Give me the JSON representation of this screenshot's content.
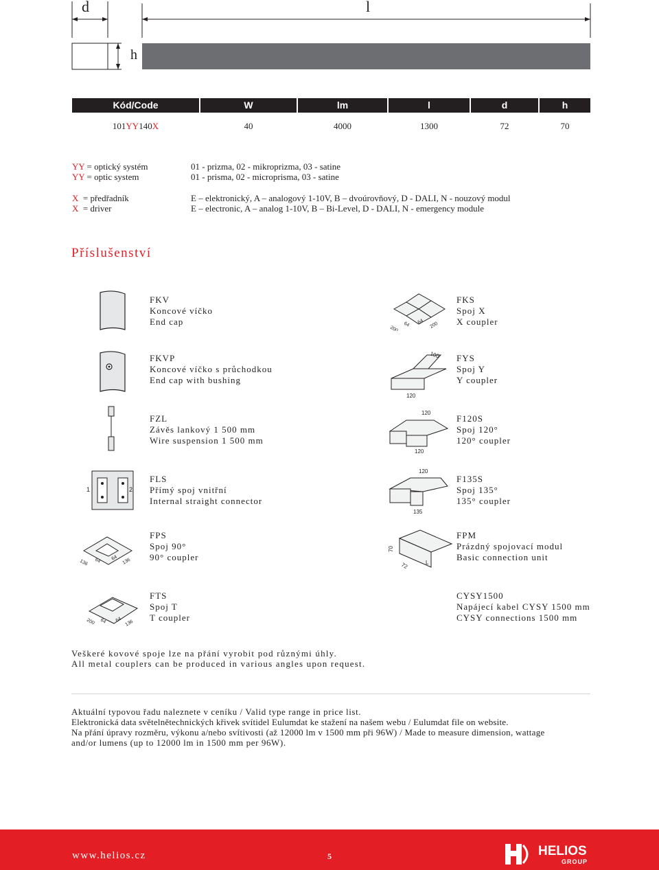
{
  "drawing": {
    "dim_d": "d",
    "dim_l": "l",
    "dim_h": "h"
  },
  "table": {
    "headers": [
      "Kód/Code",
      "W",
      "lm",
      "l",
      "d",
      "h"
    ],
    "row": {
      "code_prefix": "101",
      "code_yy": "YY",
      "code_mid": "140",
      "code_x": "X",
      "values": [
        "40",
        "4000",
        "1300",
        "72",
        "70"
      ]
    }
  },
  "legend": [
    {
      "key": "YY",
      "left": " = optický systém",
      "right": "01 - prizma, 02 - mikroprizma, 03 - satine"
    },
    {
      "key": "YY",
      "left": " = optic system",
      "right": "01 - prisma, 02 - microprisma, 03 - satine"
    },
    {
      "key": "X",
      "left": "  = předřadník",
      "right": "E – elektronický, A – analogový 1-10V, B – dvoúrovňový, D - DALI, N - nouzový modul"
    },
    {
      "key": "X",
      "left": "  = driver",
      "right": "E – electronic, A – analog 1-10V, B – Bi-Level, D - DALI, N - emergency module"
    }
  ],
  "accessories_title": "Příslušenství",
  "accessories": [
    {
      "lines": [
        "FKV",
        "Koncové víčko",
        "End cap"
      ]
    },
    {
      "lines": [
        "FKS",
        "Spoj X",
        "X coupler"
      ],
      "dims": [
        "200",
        "64",
        "64",
        "200"
      ]
    },
    {
      "lines": [
        "FKVP",
        "Koncové víčko s průchodkou",
        "End cap with bushing"
      ]
    },
    {
      "lines": [
        "FYS",
        "Spoj Y",
        "Y coupler"
      ],
      "dims": [
        "100",
        "120"
      ]
    },
    {
      "lines": [
        "FZL",
        "Závěs lankový 1 500 mm",
        "Wire suspension 1 500 mm"
      ]
    },
    {
      "lines": [
        "F120S",
        "Spoj 120°",
        "120° coupler"
      ],
      "dims": [
        "120",
        "120"
      ]
    },
    {
      "lines": [
        "FLS",
        "Přímý spoj vnitřní",
        "Internal straight connector"
      ],
      "dims": [
        "1",
        "2"
      ]
    },
    {
      "lines": [
        "F135S",
        "Spoj 135°",
        "135° coupler"
      ],
      "dims": [
        "120",
        "135"
      ]
    },
    {
      "lines": [
        "FPS",
        "Spoj 90°",
        "90° coupler"
      ],
      "dims": [
        "136",
        "64",
        "64",
        "136"
      ]
    },
    {
      "lines": [
        "FPM",
        "Prázdný spojovací modul",
        "Basic connection unit"
      ],
      "dims": [
        "70",
        "72",
        "L"
      ]
    },
    {
      "lines": [
        "FTS",
        "Spoj T",
        "T coupler"
      ],
      "dims": [
        "200",
        "64",
        "64",
        "136"
      ]
    },
    {
      "lines": [
        "CYSY1500",
        "Napájecí kabel CYSY 1500 mm",
        "CYSY connections 1500 mm"
      ]
    }
  ],
  "note": [
    "Veškeré kovové spoje lze na přání vyrobit pod různými úhly.",
    "All metal couplers can be produced in various angles upon request."
  ],
  "info": [
    "Aktuální typovou řadu naleznete v ceníku / Valid type range in price list.",
    "Elektronická data světelnětechnických křivek svítidel Eulumdat ke stažení na našem webu / Eulumdat file on website.",
    "Na přání úpravy rozměru, výkonu a/nebo svítivosti (až 12000 lm v 1500 mm při 96W) / Made to measure dimension, wattage",
    "and/or lumens (up to 12000 lm in 1500 mm per 96W)."
  ],
  "footer": {
    "url": "www.helios.cz",
    "page": "5",
    "logo": "HELIOS",
    "logo_sub": "GROUP"
  },
  "colors": {
    "accent": "#e31e24",
    "dark": "#231f20"
  }
}
